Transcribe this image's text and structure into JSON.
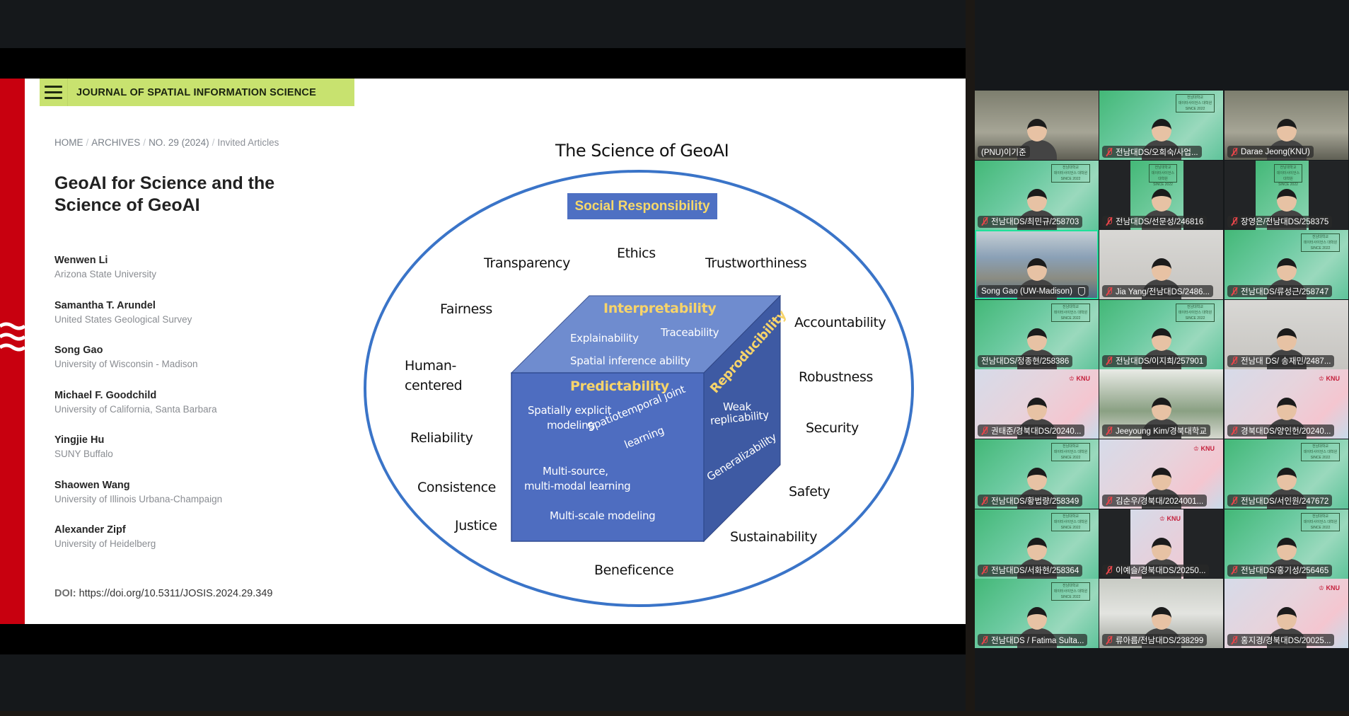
{
  "slide": {
    "journal": {
      "menu_icon": "hamburger-menu-icon",
      "title": "JOURNAL OF SPATIAL INFORMATION SCIENCE"
    },
    "breadcrumb": [
      "HOME",
      "ARCHIVES",
      "NO. 29 (2024)",
      "Invited Articles"
    ],
    "breadcrumb_separator": "/",
    "article_title": "GeoAI for Science and the Science of GeoAI",
    "authors": [
      {
        "name": "Wenwen Li",
        "affiliation": "Arizona State University"
      },
      {
        "name": "Samantha T. Arundel",
        "affiliation": "United States Geological Survey"
      },
      {
        "name": "Song Gao",
        "affiliation": "University of Wisconsin - Madison"
      },
      {
        "name": "Michael F. Goodchild",
        "affiliation": "University of California, Santa Barbara"
      },
      {
        "name": "Yingjie Hu",
        "affiliation": "SUNY Buffalo"
      },
      {
        "name": "Shaowen Wang",
        "affiliation": "University of Illinois Urbana-Champaign"
      },
      {
        "name": "Alexander Zipf",
        "affiliation": "University of Heidelberg"
      }
    ],
    "doi_label": "DOI:",
    "doi_value": "https://doi.org/10.5311/JOSIS.2024.29.349",
    "diagram": {
      "title": "The Science of GeoAI",
      "outer_heading": "Social Responsibility",
      "outer_terms": {
        "transparency": "Transparency",
        "ethics": "Ethics",
        "trustworthiness": "Trustworthiness",
        "fairness": "Fairness",
        "accountability": "Accountability",
        "human_centered_1": "Human-",
        "human_centered_2": "centered",
        "robustness": "Robustness",
        "reliability": "Reliability",
        "security": "Security",
        "consistence": "Consistence",
        "safety": "Safety",
        "justice": "Justice",
        "sustainability": "Sustainability",
        "beneficence": "Beneficence"
      },
      "cube": {
        "top": {
          "heading": "Interpretability",
          "items": [
            "Explainability",
            "Traceability",
            "Spatial inference ability"
          ]
        },
        "front": {
          "heading": "Predictability",
          "items": [
            "Spatially explicit",
            "modeling",
            "Spatiotemporal joint",
            "learning",
            "Multi-source,",
            "multi-modal learning",
            "Multi-scale modeling"
          ]
        },
        "side": {
          "heading": "Reproducibility",
          "items": [
            "Weak",
            "replicability",
            "Generalizability"
          ]
        }
      },
      "colors": {
        "ellipse": "#3a74c8",
        "heading_yellow": "#f7d46a",
        "top_face": "#6f8ccf",
        "front_face": "#4e6dc0",
        "side_face": "#3e5aa3"
      }
    }
  },
  "gallery": {
    "participants": [
      {
        "name": "(PNU)이기준",
        "muted": false,
        "bg": "office"
      },
      {
        "name": "전남대DS/오희숙/사업...",
        "muted": true,
        "bg": "green"
      },
      {
        "name": "Darae Jeong(KNU)",
        "muted": true,
        "bg": "office"
      },
      {
        "name": "전남대DS/최민규/258703",
        "muted": true,
        "bg": "green"
      },
      {
        "name": "전남대DS/선문성/246816",
        "muted": true,
        "bg": "pillar-green"
      },
      {
        "name": "장영은/전남대DS/258375",
        "muted": true,
        "bg": "pillar-green"
      },
      {
        "name": "Song Gao (UW-Madison)",
        "muted": false,
        "bg": "city",
        "active_speaker": true
      },
      {
        "name": "Jia Yang/전남대DS/2486...",
        "muted": true,
        "bg": "room"
      },
      {
        "name": "전남대DS/류성근/258747",
        "muted": true,
        "bg": "green"
      },
      {
        "name": "전남대DS/정종현/258386",
        "muted": false,
        "bg": "green"
      },
      {
        "name": "전남대DS/이지희/257901",
        "muted": true,
        "bg": "green"
      },
      {
        "name": "전남대 DS/ 송재민/2487...",
        "muted": true,
        "bg": "room"
      },
      {
        "name": "권태준/경북대DS/20240...",
        "muted": true,
        "bg": "knu"
      },
      {
        "name": "Jeeyoung Kim/경북대학교",
        "muted": true,
        "bg": "window"
      },
      {
        "name": "경북대DS/양인헌/20240...",
        "muted": true,
        "bg": "knu"
      },
      {
        "name": "전남대DS/황법량/258349",
        "muted": true,
        "bg": "green"
      },
      {
        "name": "김순우/경북대/2024001...",
        "muted": true,
        "bg": "knu"
      },
      {
        "name": "전남대DS/서인원/247672",
        "muted": true,
        "bg": "green"
      },
      {
        "name": "전남대DS/서화현/258364",
        "muted": true,
        "bg": "green"
      },
      {
        "name": "이예슬/경북대DS/20250...",
        "muted": true,
        "bg": "pillar-knu"
      },
      {
        "name": "전남대DS/홍기성/256465",
        "muted": true,
        "bg": "green"
      },
      {
        "name": "전남대DS / Fatima Sulta...",
        "muted": true,
        "bg": "green"
      },
      {
        "name": "류아름/전남대DS/238299",
        "muted": true,
        "bg": "blur"
      },
      {
        "name": "홍지경/경북대DS/20025...",
        "muted": true,
        "bg": "knu"
      }
    ],
    "background_logo_text": [
      "전남대학교",
      "데이터사이언스 대학원",
      "SINCE 2022"
    ],
    "knu_logo_text": "KNU",
    "active_speaker_color": "#1fe09a",
    "muted_icon_color": "#e8454a"
  }
}
